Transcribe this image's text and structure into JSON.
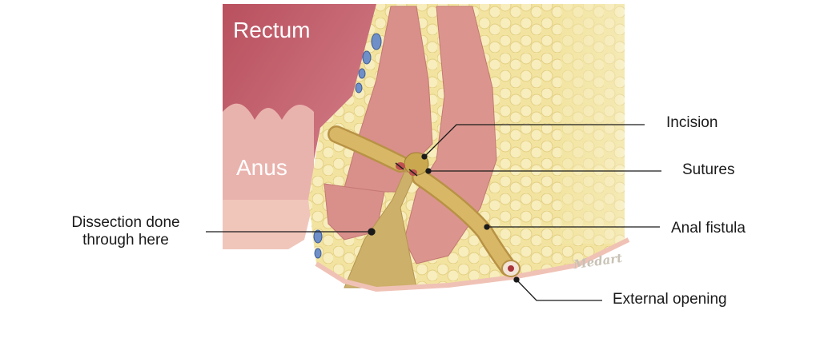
{
  "regions": {
    "rectum": "Rectum",
    "anus": "Anus"
  },
  "callouts": {
    "dissection": "Dissection done through here",
    "incision": "Incision",
    "sutures": "Sutures",
    "anal_fistula": "Anal fistula",
    "external_opening": "External opening"
  },
  "watermark": "Medart",
  "colors": {
    "fat": "#f3e6a6",
    "muscle": "#d98f8a",
    "mucosa": "#c96a72",
    "tract": "#d8b867",
    "vein": "#6f8fc8",
    "skin": "#f2d2c4"
  }
}
